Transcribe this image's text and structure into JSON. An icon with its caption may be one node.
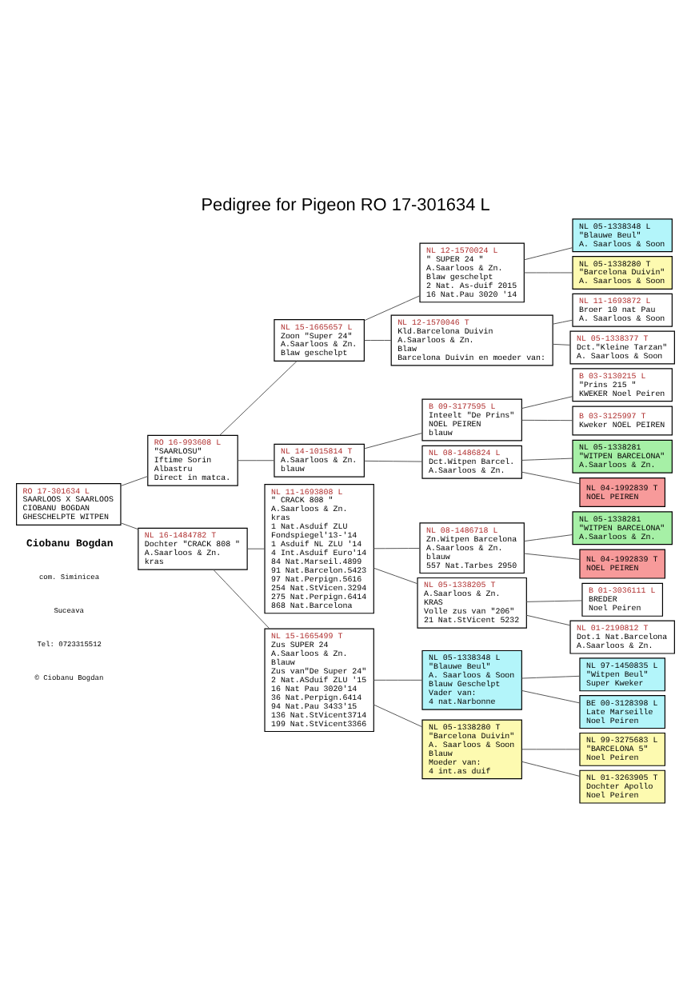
{
  "diagram": {
    "title": "Pedigree for Pigeon RO 17-301634 L",
    "nodes": [
      {
        "text": [
          "RO 17-301634 L",
          "SAARLOOS X SAARLOOS",
          "CIOBANU BOGDAN",
          "GHESCHELPTE WITPEN"
        ]
      },
      {
        "text": [
          "RO 16-993608 L",
          "\"SAARLOSU\"",
          "Iftime Sorin",
          "Albastru",
          "Direct in matca."
        ]
      },
      {
        "text": [
          "NL 15-1665657 L",
          "Zoon \"Super 24\"",
          "A.Saarloos & Zn.",
          "Blaw geschelpt"
        ]
      },
      {
        "text": [
          "NL 12-1570024 L",
          "\" SUPER 24 \"",
          "A.Saarloos & Zn.",
          "Blaw geschelpt",
          "2 Nat. As-duif 2015",
          "16 Nat.Pau 3020 '14"
        ]
      },
      {
        "text": [
          "NL 05-1338348 L",
          "\"Blauwe Beul\"",
          "A. Saarloos & Soon"
        ]
      },
      {
        "text": [
          "NL 05-1338280 T",
          "\"Barcelona Duivin\"",
          "A. Saarloos & Soon"
        ]
      },
      {
        "text": [
          "NL 12-1570046 T",
          "Kld.Barcelona Duivin",
          "A.Saarloos & Zn.",
          "Blaw",
          "Barcelona Duivin en moeder van:"
        ]
      },
      {
        "text": [
          "NL 11-1693872 L",
          "Broer 10 nat Pau",
          "A. Saarloos & Soon"
        ]
      },
      {
        "text": [
          "NL 05-1338377 T",
          "Dct.\"Kleine Tarzan\"",
          "A. Saarloos & Soon"
        ]
      },
      {
        "text": [
          "NL 14-1015814 T",
          "A.Saarloos & Zn.",
          "blauw"
        ]
      },
      {
        "text": [
          "B 09-3177595 L",
          "Inteelt \"De Prins\"",
          "NOEL PEIREN",
          "blauw"
        ]
      },
      {
        "text": [
          "B 03-3130215 L",
          "\"Prins 215 \"",
          "KWEKER Noel Peiren"
        ]
      },
      {
        "text": [
          "B 03-3125997 T",
          "Kweker NOEL PEIREN"
        ]
      },
      {
        "text": [
          "NL 08-1486824 L",
          "Dct.Witpen Barcel.",
          "A.Saarloos & Zn."
        ]
      },
      {
        "text": [
          "NL 05-1338281",
          "\"WITPEN BARCELONA\"",
          "A.Saarloos & Zn."
        ]
      },
      {
        "text": [
          "NL 04-1992839 T",
          "NOEL PEIREN"
        ]
      },
      {
        "text": [
          "NL 16-1484782 T",
          "Dochter \"CRACK 808 \"",
          "A.Saarloos & Zn.",
          "kras"
        ]
      },
      {
        "text": [
          "NL 11-1693808 L",
          "\" CRACK 808 \"",
          "A.Saarloos & Zn.",
          "kras",
          "1 Nat.Asduif ZLU",
          "Fondspiegel'13-'14",
          "1 Asduif NL ZLU '14",
          "4 Int.Asduif Euro'14",
          "84 Nat.Marseil.4899",
          "91 Nat.Barcelon.5423",
          "97 Nat.Perpign.5616",
          "254 Nat.StVicen.3294",
          "275 Nat.Perpign.6414",
          "868 Nat.Barcelona"
        ]
      },
      {
        "text": [
          "NL 08-1486718 L",
          "Zn.Witpen Barcelona",
          "A.Saarloos & Zn.",
          "blauw",
          "557 Nat.Tarbes 2950"
        ]
      },
      {
        "text": [
          "NL 05-1338281",
          "\"WITPEN BARCELONA\"",
          "A.Saarloos & Zn."
        ]
      },
      {
        "text": [
          "NL 04-1992839 T",
          "NOEL PEIREN"
        ]
      },
      {
        "text": [
          "NL 05-1338205 T",
          "A.Saarloos & Zn.",
          "KRAS",
          "Volle zus van \"206\"",
          "21 Nat.StVicent 5232"
        ]
      },
      {
        "text": [
          "B 01-3036111 L",
          "BREDER",
          "Noel Peiren"
        ]
      },
      {
        "text": [
          "NL 01-2190812 T",
          "Dot.1 Nat.Barcelona",
          "A.Saarloos & Zn."
        ]
      },
      {
        "text": [
          "NL 15-1665499 T",
          "Zus SUPER 24",
          "A.Saarloos & Zn.",
          "Blauw",
          "Zus van\"De Super 24\"",
          "2 Nat.ASduif ZLU '15",
          "16 Nat Pau 3020'14",
          "36 Nat.Perpign.6414",
          "94 Nat.Pau 3433'15",
          "136 Nat.StVicent3714",
          "199 Nat.StVicent3366"
        ]
      },
      {
        "text": [
          "NL 05-1338348 L",
          "\"Blauwe Beul\"",
          "A. Saarloos & Soon",
          "Blauw Geschelpt",
          "Vader van:",
          "4 nat.Narbonne"
        ]
      },
      {
        "text": [
          "NL 97-1450835 L",
          "\"Witpen Beul\"",
          "Super Kweker"
        ]
      },
      {
        "text": [
          "BE 00-3128398 L",
          "Late Marseille",
          "Noel Peiren"
        ]
      },
      {
        "text": [
          "NL 05-1338280 T",
          "\"Barcelona Duivin\"",
          "A. Saarloos & Soon",
          "Blauw",
          "Moeder van:",
          "4 int.as duif"
        ]
      },
      {
        "text": [
          "NL 99-3275683 L",
          "\"BARCELONA 5\"",
          "Noel Peiren"
        ]
      },
      {
        "text": [
          "NL 01-3263905 T",
          "Dochter Apollo",
          "Noel Peiren"
        ]
      }
    ],
    "edges": [
      {
        "from": 0,
        "to": 1,
        "arrow": "none"
      },
      {
        "from": 0,
        "to": 16,
        "arrow": "none"
      },
      {
        "from": 1,
        "to": 2,
        "arrow": "none"
      },
      {
        "from": 1,
        "to": 9,
        "arrow": "none"
      },
      {
        "from": 2,
        "to": 3,
        "arrow": "none"
      },
      {
        "from": 2,
        "to": 6,
        "arrow": "none"
      },
      {
        "from": 3,
        "to": 4,
        "arrow": "none"
      },
      {
        "from": 3,
        "to": 5,
        "arrow": "none"
      },
      {
        "from": 6,
        "to": 7,
        "arrow": "none"
      },
      {
        "from": 6,
        "to": 8,
        "arrow": "none"
      },
      {
        "from": 9,
        "to": 10,
        "arrow": "none"
      },
      {
        "from": 9,
        "to": 13,
        "arrow": "none"
      },
      {
        "from": 10,
        "to": 11,
        "arrow": "none"
      },
      {
        "from": 10,
        "to": 12,
        "arrow": "none"
      },
      {
        "from": 13,
        "to": 14,
        "arrow": "none"
      },
      {
        "from": 13,
        "to": 15,
        "arrow": "none"
      },
      {
        "from": 16,
        "to": 17,
        "arrow": "none"
      },
      {
        "from": 16,
        "to": 24,
        "arrow": "none"
      },
      {
        "from": 17,
        "to": 18,
        "arrow": "none"
      },
      {
        "from": 17,
        "to": 21,
        "arrow": "none"
      },
      {
        "from": 18,
        "to": 19,
        "arrow": "none"
      },
      {
        "from": 18,
        "to": 20,
        "arrow": "none"
      },
      {
        "from": 21,
        "to": 22,
        "arrow": "none"
      },
      {
        "from": 21,
        "to": 23,
        "arrow": "none"
      },
      {
        "from": 24,
        "to": 25,
        "arrow": "none"
      },
      {
        "from": 24,
        "to": 28,
        "arrow": "none"
      },
      {
        "from": 25,
        "to": 26,
        "arrow": "none"
      },
      {
        "from": 25,
        "to": 27,
        "arrow": "none"
      },
      {
        "from": 28,
        "to": 29,
        "arrow": "none"
      },
      {
        "from": 28,
        "to": 30,
        "arrow": "none"
      }
    ],
    "labels": [
      "Ciobanu Bogdan",
      "com. Siminicea",
      "Suceava",
      "Tel: 0723315512",
      "© Ciobanu Bogdan"
    ]
  }
}
